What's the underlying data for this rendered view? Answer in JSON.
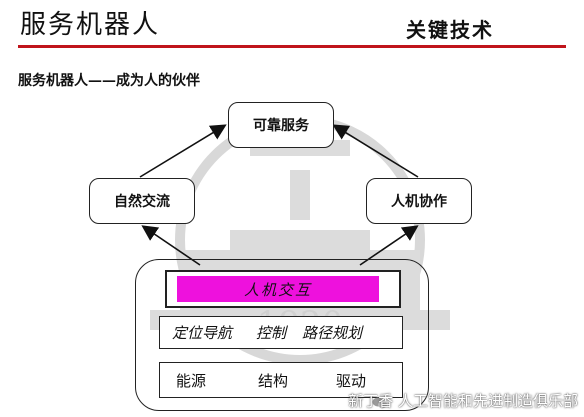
{
  "header": {
    "title": "服务机器人",
    "section": "关键技术",
    "subtitle": "服务机器人——成为人的伙伴",
    "accent_color": "#c0141b"
  },
  "diagram": {
    "top_node": "可靠服务",
    "left_node": "自然交流",
    "right_node": "人机协作",
    "layers": {
      "hri": "人机交互",
      "hri_color": "#ee11dd",
      "nav": [
        "定位导航",
        "控制",
        "路径规划"
      ],
      "power": [
        "能源",
        "结构",
        "驱动"
      ]
    }
  },
  "watermark": {
    "text": "1920"
  },
  "credit": {
    "text": "新丁香 人工智能和先进制造俱乐部",
    "icon": "wechat-icon"
  }
}
